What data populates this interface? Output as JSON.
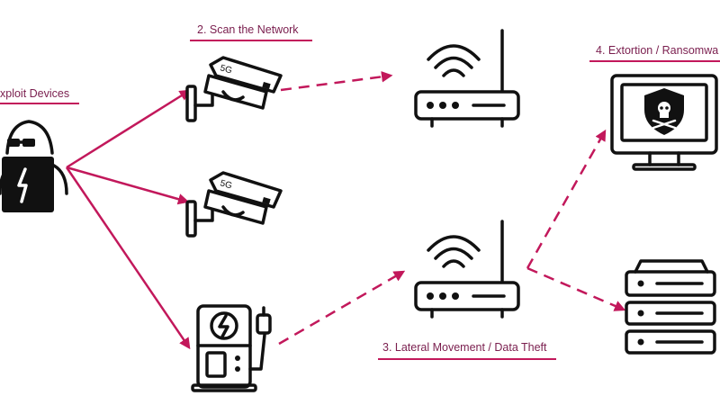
{
  "labels": {
    "exploit": "xploit Devices",
    "scan": "2. Scan the Network",
    "extortion": "4. Extortion / Ransomwa",
    "lateral": "3. Lateral Movement / Data Theft"
  },
  "camera_badge": "5G",
  "colors": {
    "accent": "#c2185b",
    "label_text": "#7a1e4e",
    "icon_stroke": "#111111"
  },
  "icons": [
    "hacker-icon",
    "security-camera-icon",
    "ev-charger-icon",
    "wifi-router-icon",
    "ransomware-monitor-icon",
    "server-icon"
  ]
}
